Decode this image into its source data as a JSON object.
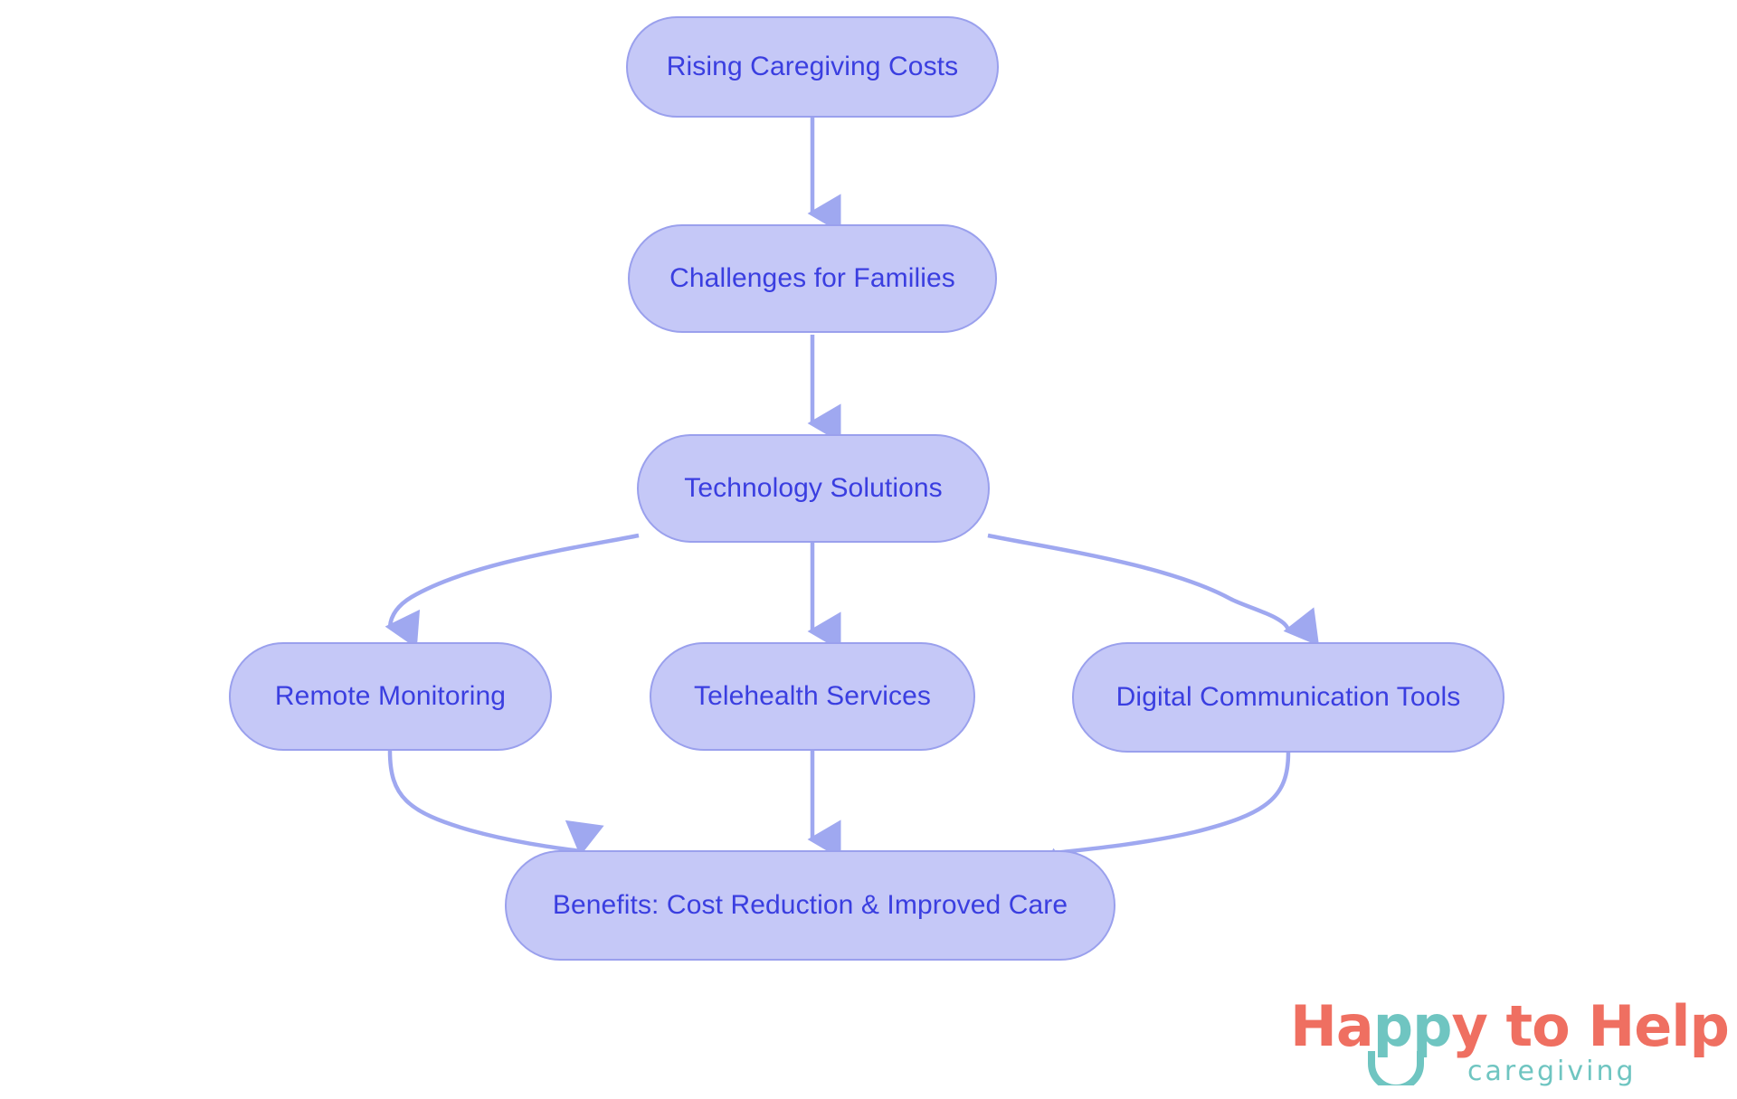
{
  "diagram": {
    "type": "flowchart",
    "direction": "top-to-bottom",
    "background_color": "#ffffff",
    "node_fill": "#c5c8f7",
    "node_border": "#9aa0ed",
    "node_text_color": "#3a3ee0",
    "edge_color": "#9fa8f0",
    "nodes": [
      {
        "id": "n1",
        "label": "Rising Caregiving Costs"
      },
      {
        "id": "n2",
        "label": "Challenges for Families"
      },
      {
        "id": "n3",
        "label": "Technology Solutions"
      },
      {
        "id": "n4",
        "label": "Remote Monitoring"
      },
      {
        "id": "n5",
        "label": "Telehealth Services"
      },
      {
        "id": "n6",
        "label": "Digital Communication Tools"
      },
      {
        "id": "n7",
        "label": "Benefits: Cost Reduction & Improved Care"
      }
    ],
    "edges": [
      {
        "from": "n1",
        "to": "n2"
      },
      {
        "from": "n2",
        "to": "n3"
      },
      {
        "from": "n3",
        "to": "n4"
      },
      {
        "from": "n3",
        "to": "n5"
      },
      {
        "from": "n3",
        "to": "n6"
      },
      {
        "from": "n4",
        "to": "n7"
      },
      {
        "from": "n5",
        "to": "n7"
      },
      {
        "from": "n6",
        "to": "n7"
      }
    ]
  },
  "logo": {
    "word_part_1": "Ha",
    "word_part_2": "pp",
    "word_part_3": "y to Help",
    "tagline": "caregiving",
    "coral": "#ef6f61",
    "teal": "#6fc5c1"
  }
}
